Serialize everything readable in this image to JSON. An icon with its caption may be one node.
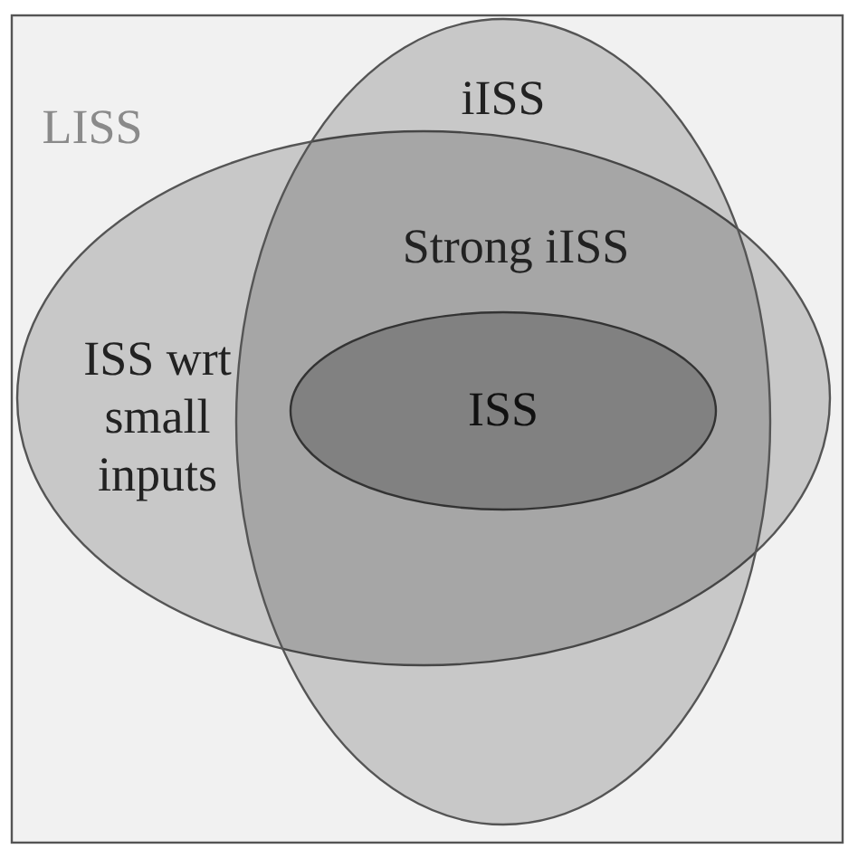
{
  "diagram": {
    "nodes": [
      {
        "text": [
          "LISS"
        ]
      },
      {
        "text": [
          "ISS wrt small inputs"
        ],
        "in": 0
      },
      {
        "text": [
          "iISS"
        ],
        "in": 0
      },
      {
        "text": [
          "ISS"
        ]
      }
    ],
    "labels": [
      "Strong iISS"
    ]
  }
}
